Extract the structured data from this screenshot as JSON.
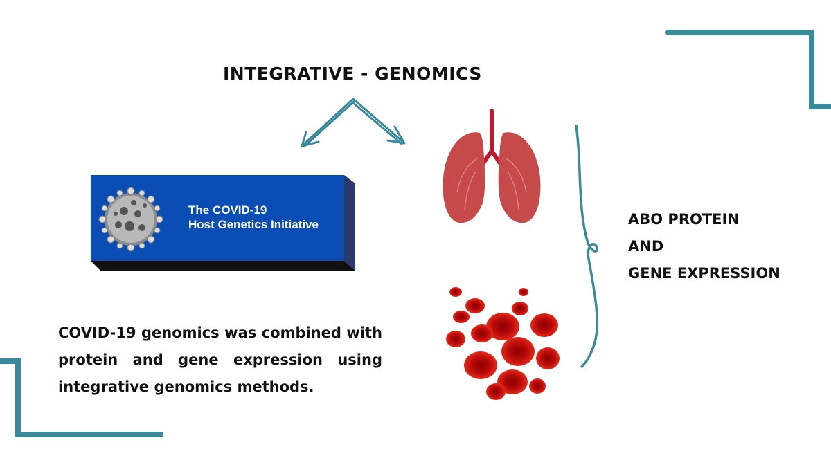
{
  "diagram": {
    "title": "INTEGRATIVE - GENOMICS",
    "hgi_logo": {
      "line1": "The COVID-19",
      "line2": "Host Genetics Initiative",
      "background": "#0a4db5"
    },
    "caption": "COVID-19 genomics was combined with protein and gene expression using integrative genomics methods.",
    "right_label": {
      "line1": "ABO PROTEIN",
      "line2": "AND",
      "line3": "GENE EXPRESSION"
    },
    "icons": [
      "virus-icon",
      "lungs-icon",
      "red-blood-cells-icon"
    ],
    "colors": {
      "accent": "#3a8a9c",
      "text": "#111111",
      "lungs": "#c43a3a",
      "blood": "#c81010"
    }
  }
}
